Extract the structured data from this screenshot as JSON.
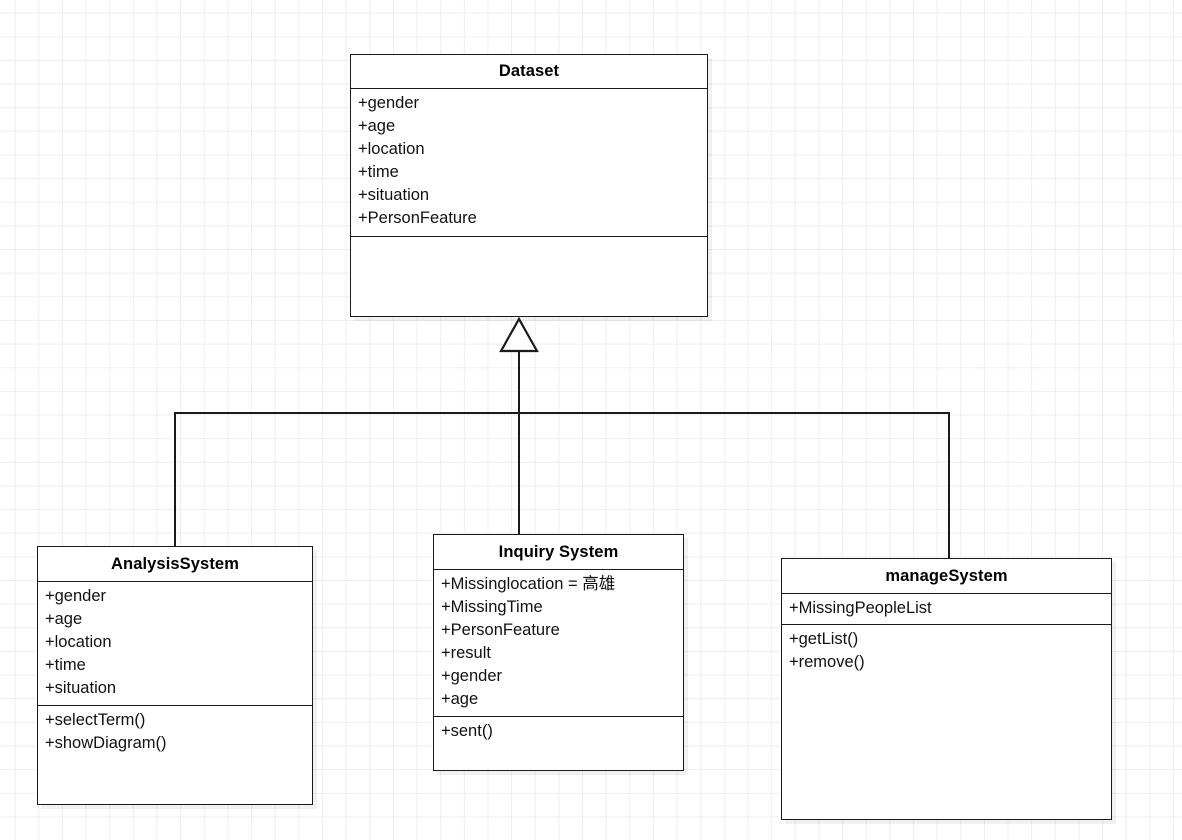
{
  "diagram": {
    "type": "uml-class-diagram",
    "background": "#ffffff",
    "grid_color": "#efefef",
    "line_color": "#1a1a1a",
    "classes": [
      {
        "id": "dataset",
        "name": "Dataset",
        "attributes": [
          "+gender",
          "+age",
          "+location",
          "+time",
          "+situation",
          "+PersonFeature"
        ],
        "methods": []
      },
      {
        "id": "analysis-system",
        "name": "AnalysisSystem",
        "attributes": [
          "+gender",
          "+age",
          "+location",
          "+time",
          "+situation"
        ],
        "methods": [
          "+selectTerm()",
          "+showDiagram()"
        ]
      },
      {
        "id": "inquiry-system",
        "name": "Inquiry System",
        "attributes": [
          "+Missinglocation = 高雄",
          "+MissingTime",
          "+PersonFeature",
          "+result",
          "+gender",
          "+age"
        ],
        "methods": [
          "+sent()"
        ]
      },
      {
        "id": "manage-system",
        "name": "manageSystem",
        "attributes": [
          "+MissingPeopleList"
        ],
        "methods": [
          "+getList()",
          "+remove()"
        ]
      }
    ],
    "relationships": [
      {
        "kind": "generalization",
        "from": "analysis-system",
        "to": "dataset"
      },
      {
        "kind": "generalization",
        "from": "inquiry-system",
        "to": "dataset"
      },
      {
        "kind": "generalization",
        "from": "manage-system",
        "to": "dataset"
      }
    ]
  }
}
